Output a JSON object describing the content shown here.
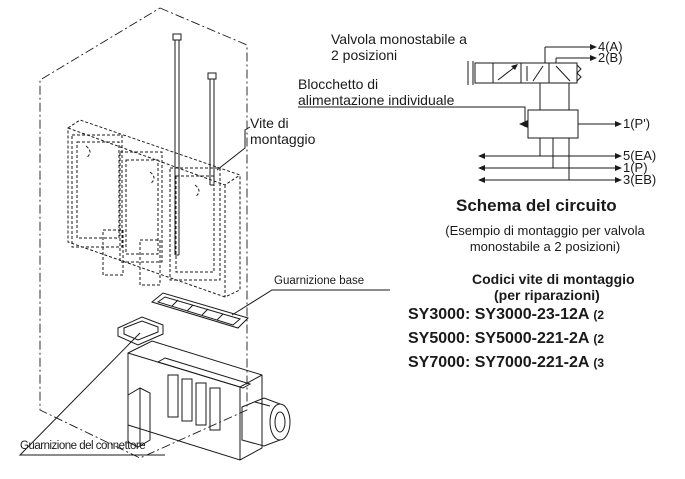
{
  "labels": {
    "valve_line1": "Valvola monostabile a",
    "valve_line2": "2 posizioni",
    "supply_line1": "Blocchetto di",
    "supply_line2": "alimentazione individuale",
    "screw_line1": "Vite di",
    "screw_line2": "montaggio",
    "base_gasket": "Guarnizione base",
    "connector_gasket": "Guarnizione del connettore"
  },
  "ports": {
    "p4": "4(A)",
    "p2": "2(B)",
    "p1prime": "1(P')",
    "p5": "5(EA)",
    "p1": "1(P)",
    "p3": "3(EB)"
  },
  "schema": {
    "title": "Schema del circuito",
    "caption_line1": "(Esempio di montaggio per valvola",
    "caption_line2": "monostabile a 2 posizioni)"
  },
  "screw_codes": {
    "title_line1": "Codici vite di montaggio",
    "title_line2": "(per riparazioni)",
    "rows": [
      {
        "series": "SY3000:",
        "code": "SY3000-23-12A",
        "tail": "(2"
      },
      {
        "series": "SY5000:",
        "code": "SY5000-221-2A",
        "tail": "(2"
      },
      {
        "series": "SY7000:",
        "code": "SY7000-221-2A",
        "tail": "(3"
      }
    ]
  },
  "colors": {
    "ink": "#1a1a1a",
    "background": "#ffffff"
  }
}
